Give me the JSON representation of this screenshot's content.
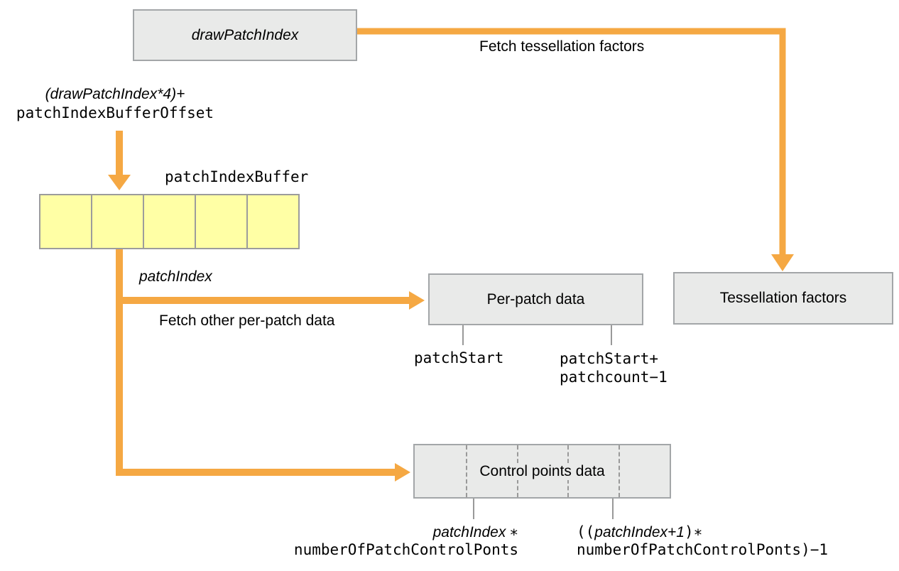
{
  "colors": {
    "arrow": "#F5A843",
    "box_fill": "#E9EAE9",
    "box_border": "#A3A6A8",
    "buffer_fill": "#FFFFA5",
    "buffer_border": "#9C9C9C",
    "tick": "#999999",
    "text": "#000000"
  },
  "nodes": {
    "draw_patch_index": {
      "label": "drawPatchIndex"
    },
    "patch_index_buffer": {
      "label": "patchIndexBuffer",
      "cell_count": 5
    },
    "per_patch_data": {
      "label": "Per-patch data"
    },
    "tessellation_factors": {
      "label": "Tessellation factors"
    },
    "control_points_data": {
      "label": "Control points data",
      "cell_count": 5
    }
  },
  "edge_labels": {
    "fetch_tessellation_factors": "Fetch tessellation factors",
    "patch_index": "patchIndex",
    "fetch_other_per_patch_data": "Fetch other per-patch data"
  },
  "expressions": {
    "buffer_offset_line1": "(drawPatchIndex*4)+",
    "buffer_offset_line2": "patchIndexBufferOffset",
    "patch_start": "patchStart",
    "patch_range_end_line1": "patchStart+",
    "patch_range_end_line2": "patchcount−1",
    "control_start_italic": "patchIndex",
    "control_start_op": "∗",
    "control_start_line2": "numberOfPatchControlPonts",
    "control_end_open": "((",
    "control_end_italic": "patchIndex+1",
    "control_end_close": ")∗",
    "control_end_line2": "numberOfPatchControlPonts)−1"
  }
}
